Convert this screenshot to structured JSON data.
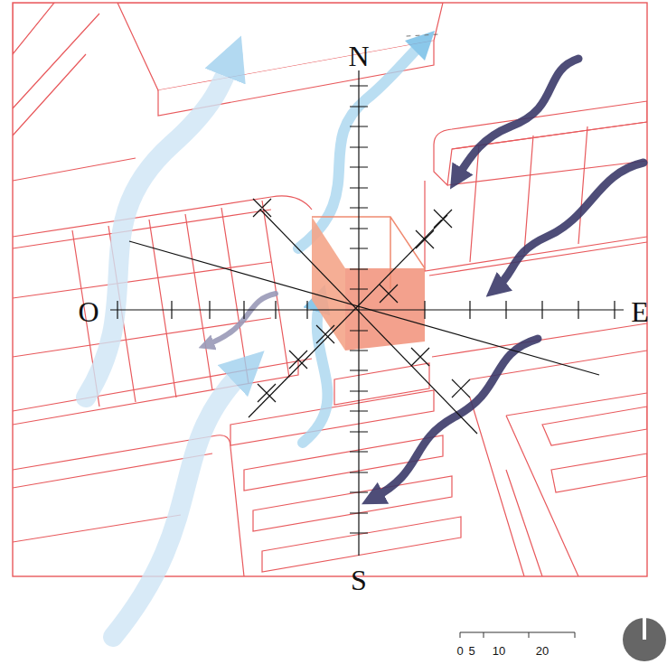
{
  "diagram": {
    "labels": [
      "N",
      "O",
      "E",
      "S",
      "0",
      "5",
      "10",
      "20"
    ]
  }
}
